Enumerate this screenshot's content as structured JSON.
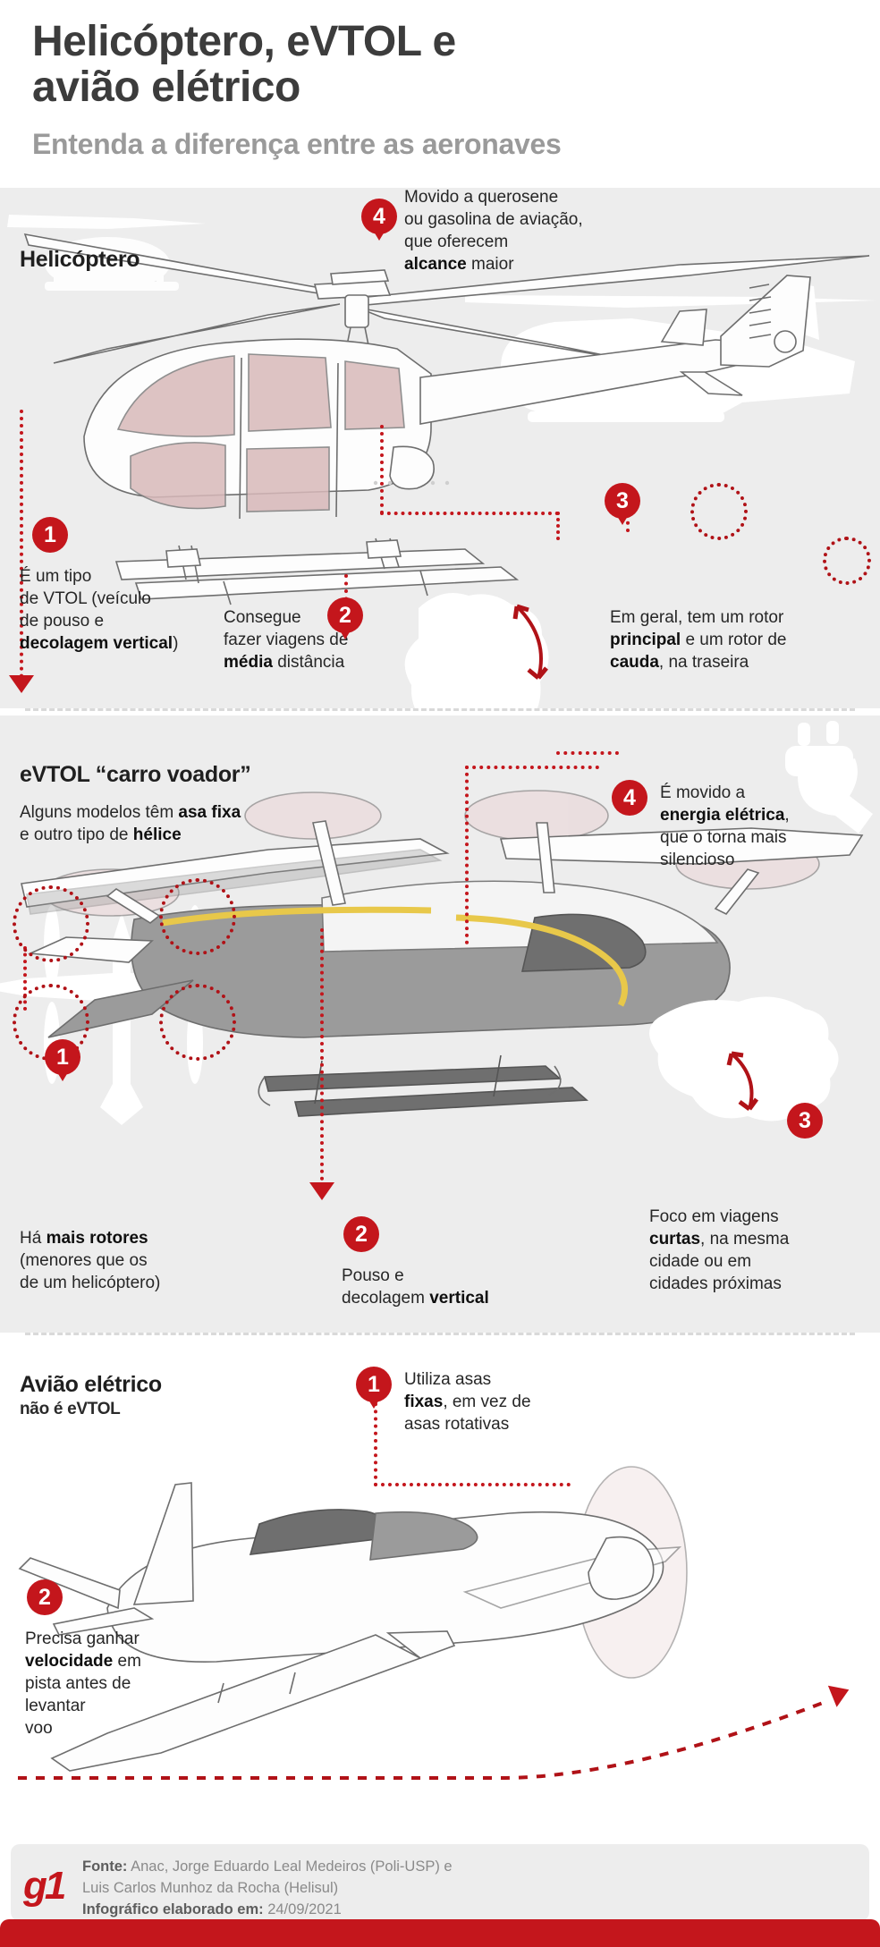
{
  "header": {
    "title_line1": "Helicóptero, eVTOL e",
    "title_line2": "avião elétrico",
    "subtitle": "Entenda a diferença entre as aeronaves"
  },
  "sections": [
    {
      "id": "helicoptero",
      "title": "Helicóptero",
      "callouts": [
        {
          "number": "1",
          "lines": [
            "É um tipo",
            "de  VTOL (veículo",
            "de pouso e",
            "decolagem vertical)"
          ],
          "bold_terms": [
            "decolagem vertical"
          ]
        },
        {
          "number": "2",
          "lines": [
            "Consegue",
            "fazer viagens de",
            "média distância"
          ],
          "bold_terms": [
            "média"
          ]
        },
        {
          "number": "3",
          "lines": [
            "Em geral, tem um rotor",
            "principal e um rotor de",
            "cauda, na traseira"
          ],
          "bold_terms": [
            "principal",
            "cauda"
          ]
        },
        {
          "number": "4",
          "lines": [
            "Movido a querosene",
            "ou gasolina de aviação,",
            "que oferecem",
            "alcance  maior"
          ],
          "bold_terms": [
            "alcance"
          ]
        }
      ]
    },
    {
      "id": "evtol",
      "title": "eVTOL “carro voador”",
      "intro": {
        "lines": [
          "Alguns modelos têm asa fixa",
          "e outro tipo de hélice"
        ],
        "bold_terms": [
          "asa fixa",
          "hélice"
        ]
      },
      "callouts": [
        {
          "number": "1",
          "lines": [
            "Há mais rotores",
            "(menores que os",
            "de um helicóptero)"
          ],
          "bold_terms": [
            "mais rotores"
          ]
        },
        {
          "number": "2",
          "lines": [
            "Pouso e",
            "decolagem vertical"
          ],
          "bold_terms": [
            "vertical"
          ]
        },
        {
          "number": "3",
          "lines": [
            "Foco em viagens",
            "curtas, na mesma",
            "cidade ou em",
            "cidades próximas"
          ],
          "bold_terms": [
            "curtas"
          ]
        },
        {
          "number": "4",
          "lines": [
            "É movido a",
            "energia elétrica,",
            "que o torna mais",
            "silencioso"
          ],
          "bold_terms": [
            "energia elétrica"
          ]
        }
      ]
    },
    {
      "id": "aviao-eletrico",
      "title": "Avião elétrico",
      "subtitle": "não é eVTOL",
      "callouts": [
        {
          "number": "1",
          "lines": [
            "Utiliza asas",
            "fixas, em vez de",
            "asas rotativas"
          ],
          "bold_terms": [
            "fixas"
          ]
        },
        {
          "number": "2",
          "lines": [
            "Precisa ganhar",
            "velocidade em",
            "pista antes de",
            "levantar",
            "voo"
          ],
          "bold_terms": [
            "velocidade"
          ]
        }
      ]
    }
  ],
  "footer": {
    "logo": "g1",
    "source_label": "Fonte:",
    "source_text": "Anac, Jorge Eduardo Leal Medeiros (Poli-USP) e",
    "source_text2": "Luis Carlos Munhoz da Rocha (Helisul)",
    "date_label": "Infográfico elaborado em:",
    "date_value": "24/09/2021"
  },
  "colors": {
    "brand_red": "#c4161c",
    "panel_bg": "#ededed",
    "title_grey": "#3c3c3c",
    "subtitle_grey": "#9a9a9a"
  }
}
